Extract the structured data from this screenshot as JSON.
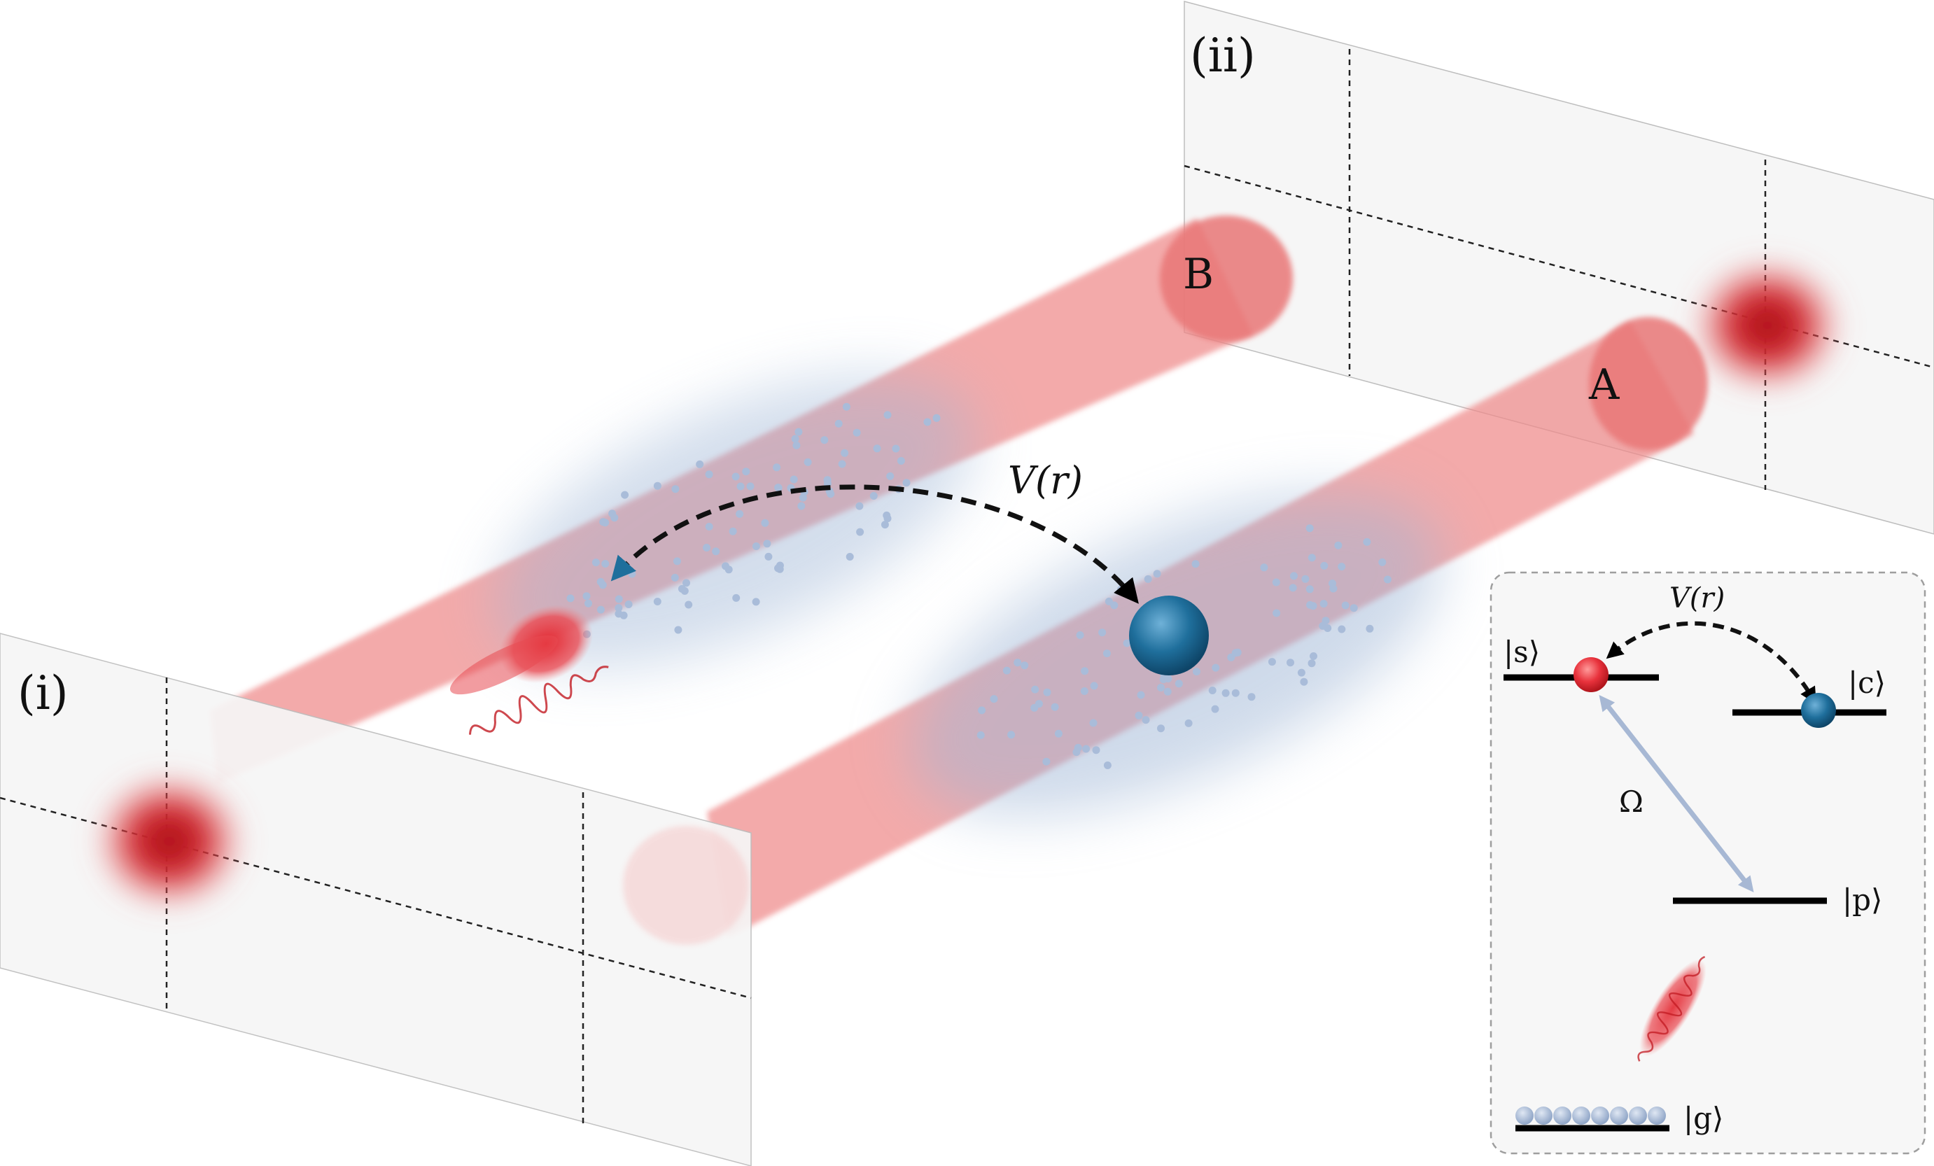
{
  "panels": {
    "i": {
      "label": "(i)"
    },
    "ii": {
      "label": "(ii)"
    }
  },
  "beams": {
    "a": {
      "label": "A"
    },
    "b": {
      "label": "B"
    }
  },
  "interaction": {
    "label": "V(r)"
  },
  "inset": {
    "interaction_label": "V(r)",
    "rabi_label": "Ω",
    "levels": {
      "s": "|s⟩",
      "c": "|c⟩",
      "p": "|p⟩",
      "g": "|g⟩"
    }
  },
  "colors": {
    "beam": "#ef8a8a",
    "spot": "#c8141c",
    "atom_red": "#e8323c",
    "atom_blue": "#1f6f9c",
    "cloud": "#9fb6d6",
    "coupling_arrow": "#a7b8d4",
    "frame": "#f6f6f6"
  }
}
